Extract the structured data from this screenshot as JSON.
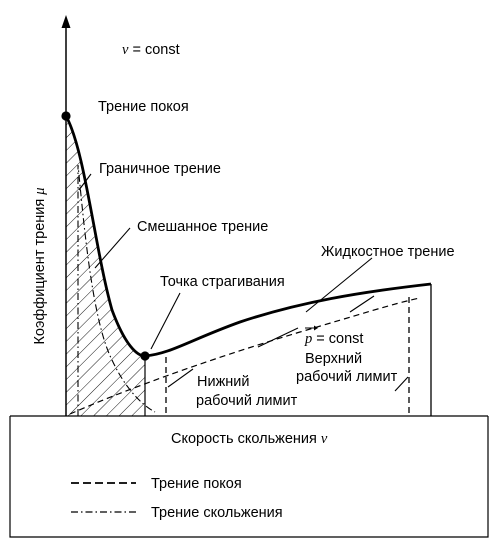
{
  "condition": {
    "symbol": "v",
    "rest": " = const"
  },
  "y_axis": {
    "label": "Коэффициент трения",
    "symbol": "μ"
  },
  "x_axis": {
    "label": "Скорость скольжения",
    "symbol": "v"
  },
  "annotations": {
    "static_friction": "Трение покоя",
    "boundary_friction": "Граничное трение",
    "mixed_friction": "Смешанное трение",
    "breakaway_point": "Точка страгивания",
    "fluid_friction": "Жидкостное трение",
    "p_symbol": "p",
    "p_const": " = const",
    "upper_limit_1": "Верхний",
    "upper_limit_2": "рабочий лимит",
    "lower_limit_1": "Нижний",
    "lower_limit_2": "рабочий лимит"
  },
  "legend": {
    "dashed": "Трение покоя",
    "dashdot": "Трение скольжения"
  }
}
